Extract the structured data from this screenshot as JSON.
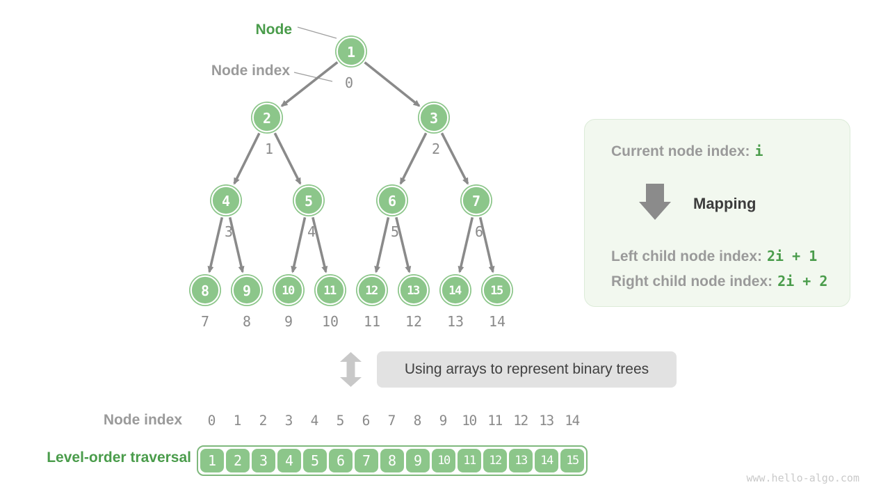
{
  "colors": {
    "node_green": "#8cc68a",
    "green_text": "#4a9c4b",
    "gray_label": "#9a9a9a",
    "dark_text": "#3c3c3c",
    "arrow_gray": "#8a8a8a",
    "mono_gray": "#8a8a8a",
    "panel_bg": "#f2f8ef",
    "panel_border": "#dcebd8",
    "caption_bg": "#e2e2e2",
    "light_arrow": "#c8c8c8",
    "watermark_gray": "#c9c9c9"
  },
  "tree": {
    "node_label": "Node",
    "node_index_label": "Node index",
    "node_values": [
      1,
      2,
      3,
      4,
      5,
      6,
      7,
      8,
      9,
      10,
      11,
      12,
      13,
      14,
      15
    ],
    "node_indices": [
      0,
      1,
      2,
      3,
      4,
      5,
      6,
      7,
      8,
      9,
      10,
      11,
      12,
      13,
      14
    ]
  },
  "panel": {
    "current_prefix": "Current node index:",
    "current_value": "i",
    "mapping_label": "Mapping",
    "left_prefix": "Left child node index:",
    "left_value": "2i + 1",
    "right_prefix": "Right child node index:",
    "right_value": "2i + 2"
  },
  "caption": "Using arrays to represent binary trees",
  "array_section": {
    "index_label": "Node index",
    "traversal_label": "Level-order traversal",
    "indices": [
      0,
      1,
      2,
      3,
      4,
      5,
      6,
      7,
      8,
      9,
      10,
      11,
      12,
      13,
      14
    ],
    "values": [
      1,
      2,
      3,
      4,
      5,
      6,
      7,
      8,
      9,
      10,
      11,
      12,
      13,
      14,
      15
    ]
  },
  "watermark": "www.hello-algo.com"
}
